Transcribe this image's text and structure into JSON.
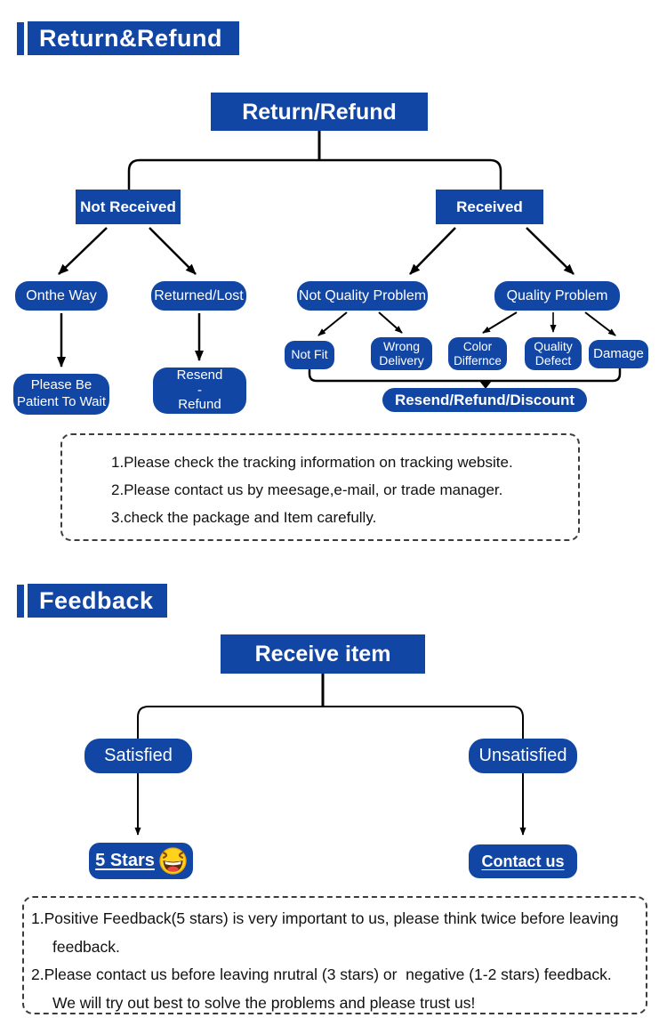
{
  "colors": {
    "accent_blue": "#1246a5",
    "line_black": "#000000",
    "text_on_blue": "#ffffff",
    "note_text": "#111111",
    "emoji_yellow": "#ffd21c"
  },
  "return_section": {
    "title": "Return&Refund",
    "nodes": {
      "root": "Return/Refund",
      "not_received": "Not Received",
      "received": "Received",
      "on_the_way": "Onthe Way",
      "returned_lost": "Returned/Lost",
      "please_wait": "Please Be\nPatient To Wait",
      "resend_refund": "Resend\n-\nRefund",
      "not_quality_problem": "Not Quality Problem",
      "quality_problem": "Quality Problem",
      "not_fit": "Not Fit",
      "wrong_delivery": "Wrong\nDelivery",
      "color_differnce": "Color\nDiffernce",
      "quality_defect": "Quality\nDefect",
      "damage": "Damage",
      "resolution": "Resend/Refund/Discount"
    },
    "notes": [
      "1.Please check the tracking information on tracking website.",
      "2.Please contact us by meesage,e-mail, or trade manager.",
      "3.check the package and Item carefully."
    ]
  },
  "feedback_section": {
    "title": "Feedback",
    "nodes": {
      "root": "Receive item",
      "satisfied": "Satisfied",
      "unsatisfied": "Unsatisfied",
      "five_stars": "5 Stars",
      "contact_us": "Contact us"
    },
    "icons": {
      "five_stars_emoji": "laughing-emoji"
    },
    "notes": [
      "1.Positive Feedback(5 stars) is very important to us, please think twice before leaving",
      "feedback.",
      "2.Please contact us before leaving nrutral (3 stars) or  negative (1-2 stars) feedback.",
      "We will try out best to solve the problems and please trust us!"
    ]
  }
}
